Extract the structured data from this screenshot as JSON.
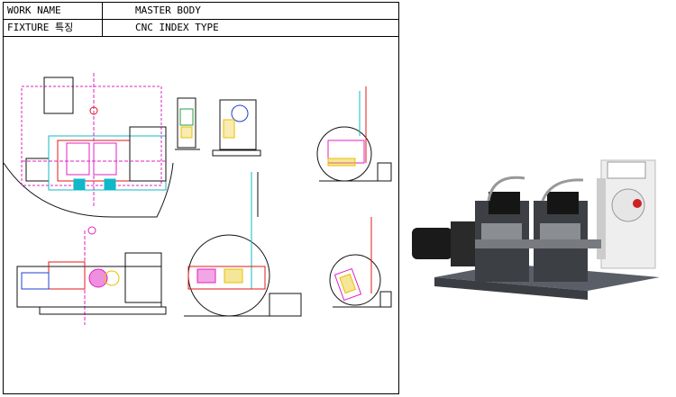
{
  "header": {
    "rows": [
      {
        "label": "WORK NAME",
        "value": "MASTER BODY"
      },
      {
        "label": "FIXTURE 특징",
        "value": "CNC INDEX TYPE"
      }
    ]
  },
  "colors": {
    "magenta": "#e020c0",
    "cyan": "#10b8c8",
    "green": "#20a040",
    "red": "#e01818",
    "yellow": "#e8c000",
    "blue": "#2040d0",
    "dark": "#111111"
  },
  "images": {
    "drawing": "fixture-engineering-drawing",
    "photo": "fixture-product-photo"
  }
}
